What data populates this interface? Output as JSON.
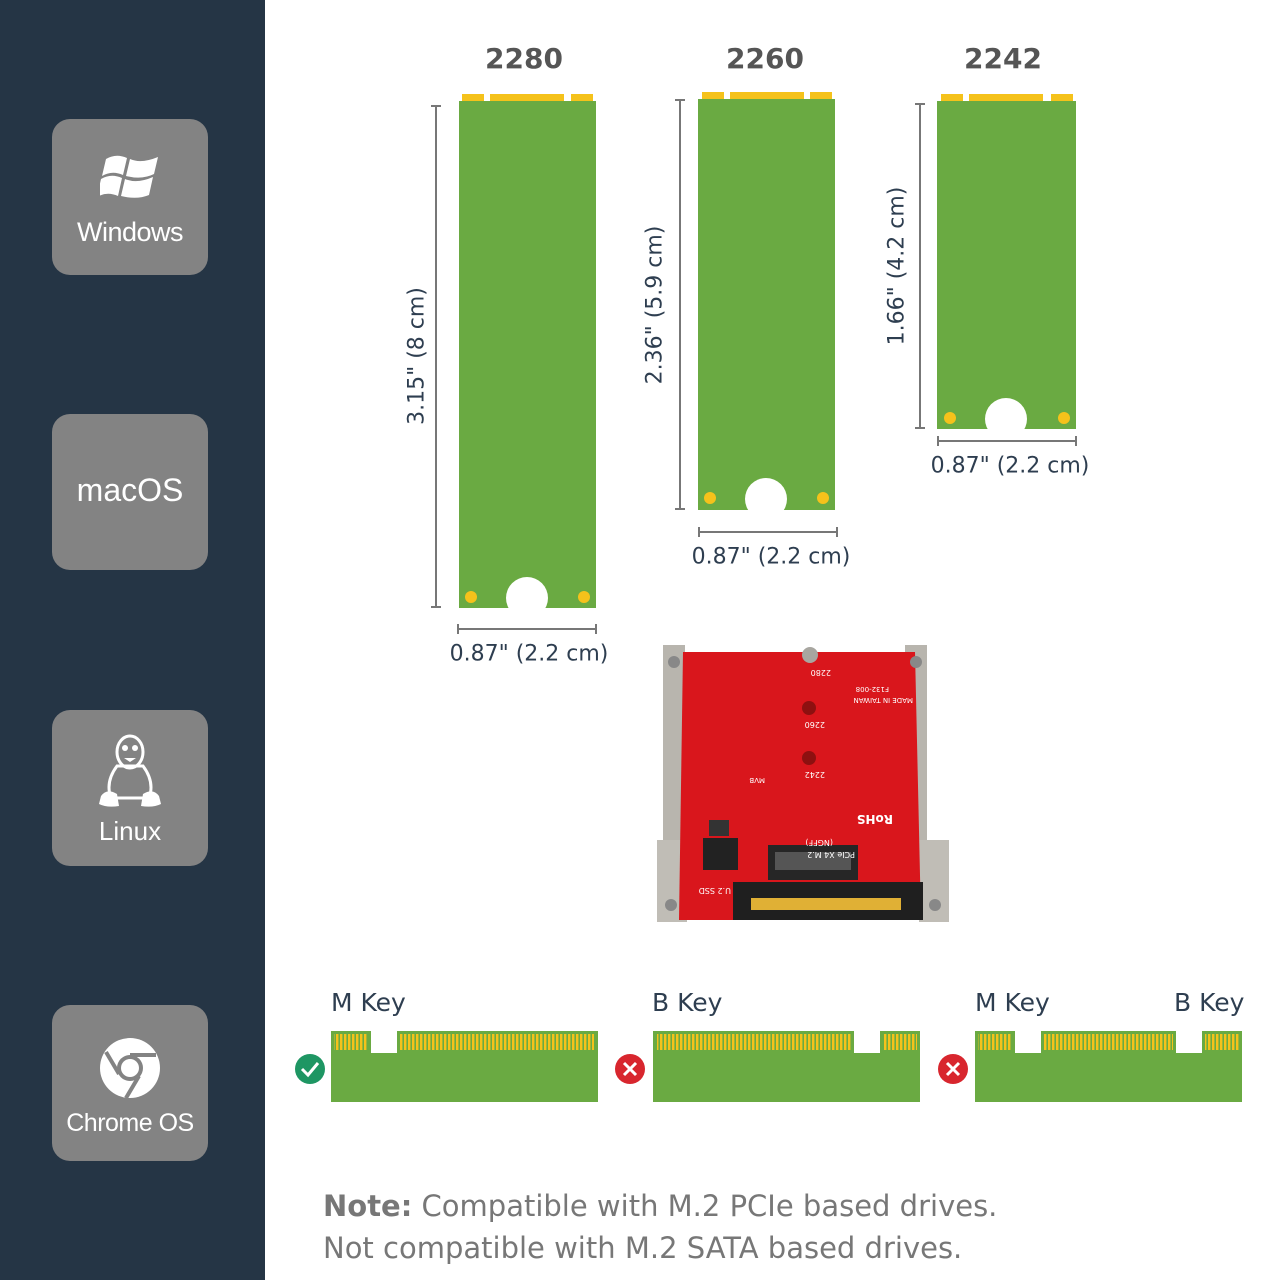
{
  "sidebar": {
    "os": [
      {
        "label": "Windows",
        "icon": "windows-logo-icon"
      },
      {
        "label": "macOS",
        "icon": ""
      },
      {
        "label": "Linux",
        "icon": "linux-tux-icon"
      },
      {
        "label": "Chrome OS",
        "icon": "chrome-logo-icon"
      }
    ]
  },
  "drives": [
    {
      "size": "2280",
      "length": "3.15\" (8 cm)",
      "width": "0.87\" (2.2 cm)"
    },
    {
      "size": "2260",
      "length": "2.36\" (5.9 cm)",
      "width": "0.87\" (2.2 cm)"
    },
    {
      "size": "2242",
      "length": "1.66\" (4.2 cm)",
      "width": "0.87\" (2.2 cm)"
    }
  ],
  "board": {
    "silk_2280": "2280",
    "silk_2260": "2260",
    "silk_2242": "2242",
    "silk_model": "F132-008",
    "silk_made_in": "MADE IN TAIWAN",
    "silk_rohs": "RoHS",
    "silk_mvb": "MVB",
    "silk_pcie": "PCIe X4 M.2",
    "silk_ngff": "(NGFF)",
    "silk_u2": "U.2 SSD"
  },
  "keys": [
    {
      "left_label": "M Key",
      "right_label": "",
      "compatible": true,
      "status_icon": "check-circle-icon"
    },
    {
      "left_label": "B Key",
      "right_label": "",
      "compatible": false,
      "status_icon": "x-circle-icon"
    },
    {
      "left_label": "M Key",
      "right_label": "B Key",
      "compatible": false,
      "status_icon": "x-circle-icon"
    }
  ],
  "note": {
    "bold": "Note:",
    "line1": " Compatible with M.2 PCIe based drives.",
    "line2": "Not compatible with M.2 SATA based drives."
  },
  "colors": {
    "sidebar_bg": "#253545",
    "tile_bg": "#838383",
    "pcb_green": "#6aaa42",
    "gold": "#f5c21b",
    "board_red": "#d9161c",
    "check_green": "#1e9663",
    "cross_red": "#d8262e"
  }
}
